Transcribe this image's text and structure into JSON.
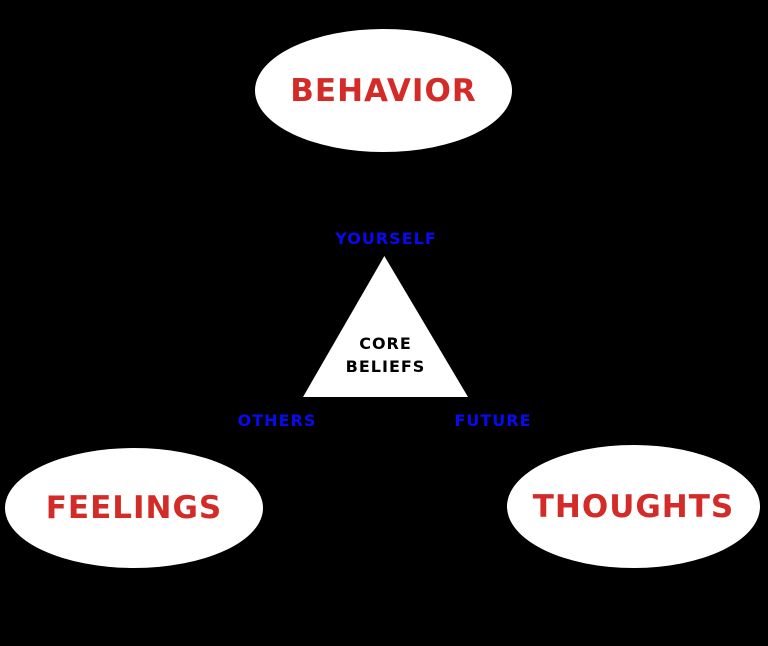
{
  "diagram": {
    "type": "cbt-core-beliefs-diagram",
    "colors": {
      "background": "#000000",
      "node_fill": "#ffffff",
      "node_text": "#d32b27",
      "corner_label_text": "#0a0af2",
      "triangle_fill": "#ffffff",
      "triangle_text": "#000000"
    },
    "nodes": [
      {
        "id": "behavior",
        "label": "BEHAVIOR",
        "position": "top-center"
      },
      {
        "id": "feelings",
        "label": "FEELINGS",
        "position": "bottom-left"
      },
      {
        "id": "thoughts",
        "label": "THOUGHTS",
        "position": "bottom-right"
      }
    ],
    "triangle": {
      "line1": "CORE",
      "line2": "BELIEFS"
    },
    "corner_labels": [
      {
        "id": "yourself",
        "label": "YOURSELF",
        "position": "triangle-apex"
      },
      {
        "id": "others",
        "label": "OTHERS",
        "position": "triangle-bottom-left"
      },
      {
        "id": "future",
        "label": "FUTURE",
        "position": "triangle-bottom-right"
      }
    ]
  }
}
